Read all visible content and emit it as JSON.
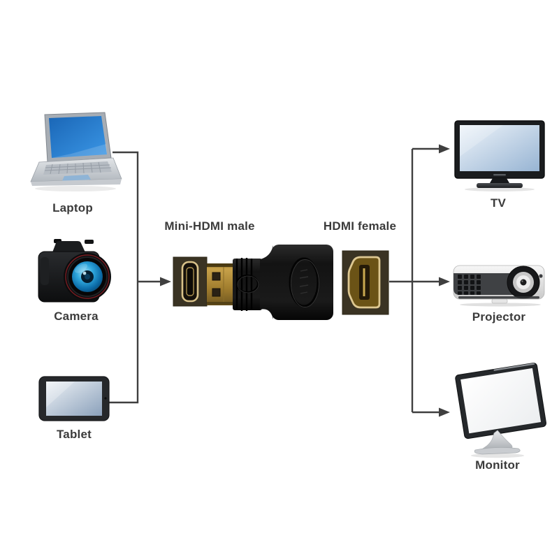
{
  "diagram": {
    "background": "#ffffff",
    "line_color": "#3f3f3f",
    "text_color": "#3b3b3b"
  },
  "adapter": {
    "left_label": "Mini-HDMI male",
    "right_label": "HDMI female",
    "body_color": "#151515",
    "connector_gold": "#b08c3d",
    "port_panel_color": "#3a3323"
  },
  "sources": [
    {
      "label": "Laptop",
      "icon": "laptop-icon"
    },
    {
      "label": "Camera",
      "icon": "camera-icon"
    },
    {
      "label": "Tablet",
      "icon": "tablet-icon"
    }
  ],
  "targets": [
    {
      "label": "TV",
      "icon": "tv-icon"
    },
    {
      "label": "Projector",
      "icon": "projector-icon"
    },
    {
      "label": "Monitor",
      "icon": "monitor-icon"
    }
  ]
}
